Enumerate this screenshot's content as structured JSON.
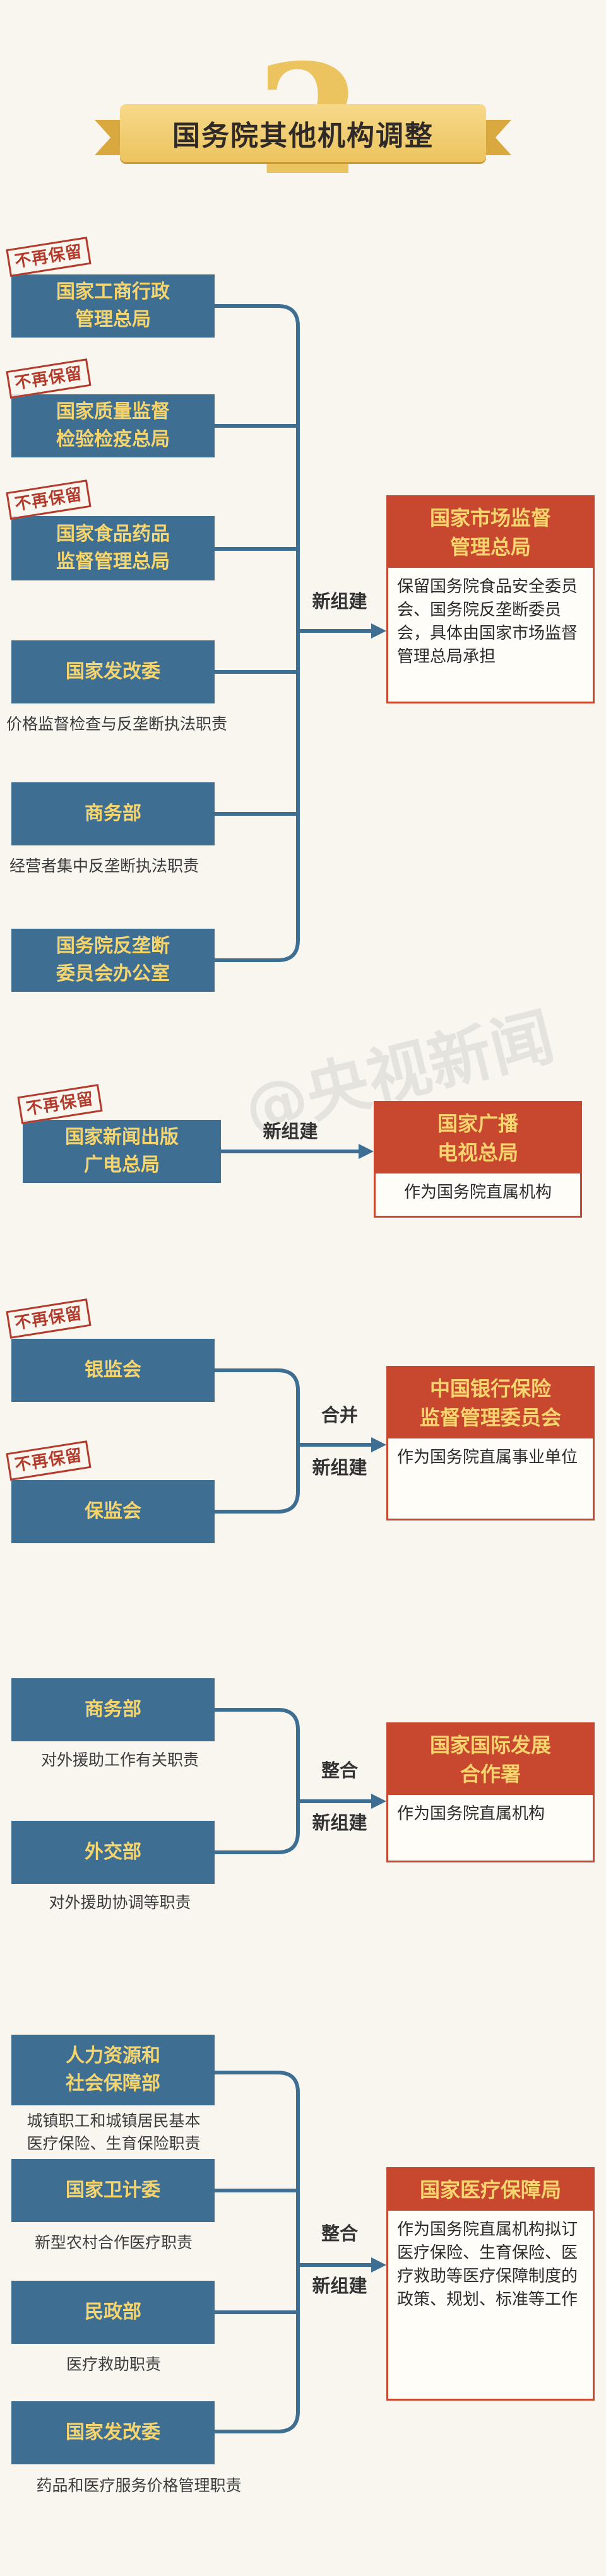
{
  "title": "国务院其他机构调整",
  "header_number": "2",
  "stamp_label": "不再保留",
  "watermark": "@央视新闻",
  "groups": [
    {
      "sources": [
        {
          "name": "国家工商行政管理总局",
          "line1": "国家工商行政",
          "line2": "管理总局",
          "stamp": true
        },
        {
          "name": "国家质量监督检验检疫总局",
          "line1": "国家质量监督",
          "line2": "检验检疫总局",
          "stamp": true
        },
        {
          "name": "国家食品药品监督管理总局",
          "line1": "国家食品药品",
          "line2": "监督管理总局",
          "stamp": true
        },
        {
          "name": "国家发改委",
          "line1": "国家发改委",
          "line2": "",
          "note": "价格监督检查与反垄断执法职责"
        },
        {
          "name": "商务部",
          "line1": "商务部",
          "line2": "",
          "note": "经营者集中反垄断执法职责"
        },
        {
          "name": "国务院反垄断委员会办公室",
          "line1": "国务院反垄断",
          "line2": "委员会办公室"
        }
      ],
      "action": [
        "新组建"
      ],
      "target": {
        "title1": "国家市场监督",
        "title2": "管理总局",
        "desc": "保留国务院食品安全委员会、国务院反垄断委员会，具体由国家市场监督管理总局承担"
      }
    },
    {
      "sources": [
        {
          "name": "国家新闻出版广电总局",
          "line1": "国家新闻出版",
          "line2": "广电总局",
          "stamp": true
        }
      ],
      "action": [
        "新组建"
      ],
      "target": {
        "title1": "国家广播",
        "title2": "电视总局",
        "desc": "作为国务院直属机构"
      }
    },
    {
      "sources": [
        {
          "name": "银监会",
          "line1": "银监会",
          "line2": "",
          "stamp": true
        },
        {
          "name": "保监会",
          "line1": "保监会",
          "line2": "",
          "stamp": true
        }
      ],
      "action": [
        "合并",
        "新组建"
      ],
      "target": {
        "title1": "中国银行保险",
        "title2": "监督管理委员会",
        "desc": "作为国务院直属事业单位"
      }
    },
    {
      "sources": [
        {
          "name": "商务部",
          "line1": "商务部",
          "line2": "",
          "note": "对外援助工作有关职责"
        },
        {
          "name": "外交部",
          "line1": "外交部",
          "line2": "",
          "note": "对外援助协调等职责"
        }
      ],
      "action": [
        "整合",
        "新组建"
      ],
      "target": {
        "title1": "国家国际发展",
        "title2": "合作署",
        "desc": "作为国务院直属机构"
      }
    },
    {
      "sources": [
        {
          "name": "人力资源和社会保障部",
          "line1": "人力资源和",
          "line2": "社会保障部",
          "note": "城镇职工和城镇居民基本",
          "note2": "医疗保险、生育保险职责"
        },
        {
          "name": "国家卫计委",
          "line1": "国家卫计委",
          "line2": "",
          "note": "新型农村合作医疗职责"
        },
        {
          "name": "民政部",
          "line1": "民政部",
          "line2": "",
          "note": "医疗救助职责"
        },
        {
          "name": "国家发改委",
          "line1": "国家发改委",
          "line2": "",
          "note": "药品和医疗服务价格管理职责"
        }
      ],
      "action": [
        "整合",
        "新组建"
      ],
      "target": {
        "title1": "国家医疗保障局",
        "title2": "",
        "desc": "作为国务院直属机构拟订医疗保险、生育保险、医疗救助等医疗保障制度的政策、规划、标准等工作"
      }
    }
  ],
  "colors": {
    "blue": "#3e6f93",
    "red": "#c8472f",
    "gold": "#f7d56e",
    "stamp": "#b43a2c"
  }
}
